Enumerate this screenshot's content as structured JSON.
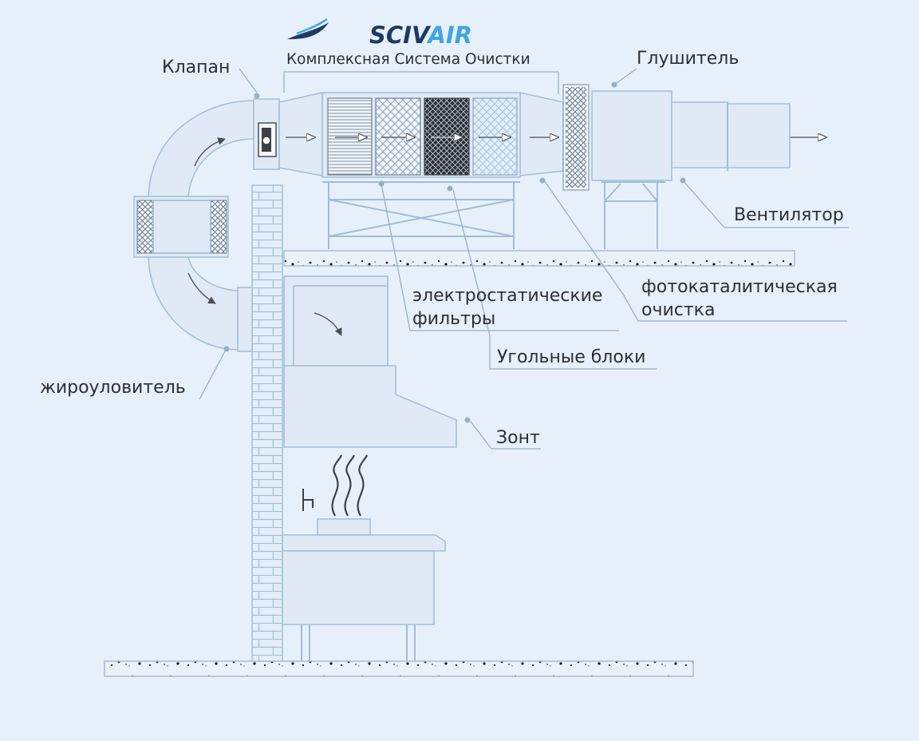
{
  "brand": {
    "logo_text_dark": "SCIV",
    "logo_text_accent": "AIR",
    "subtitle": "Комплексная Система Очистки"
  },
  "labels": {
    "valve": "Клапан",
    "muffler": "Глушитель",
    "fan": "Вентилятор",
    "electrostatic_line1": "электростатические",
    "electrostatic_line2": "фильтры",
    "photocatalytic_line1": "фотокаталитическая",
    "photocatalytic_line2": "очистка",
    "carbon_blocks": "Угольные блоки",
    "grease_trap": "жироуловитель",
    "hood": "Зонт"
  },
  "colors": {
    "background": "#e6f0fa",
    "line": "#9fb9d1",
    "text": "#2d2f33",
    "logo_dark": "#1e3a63",
    "logo_accent": "#3fa5e0"
  }
}
